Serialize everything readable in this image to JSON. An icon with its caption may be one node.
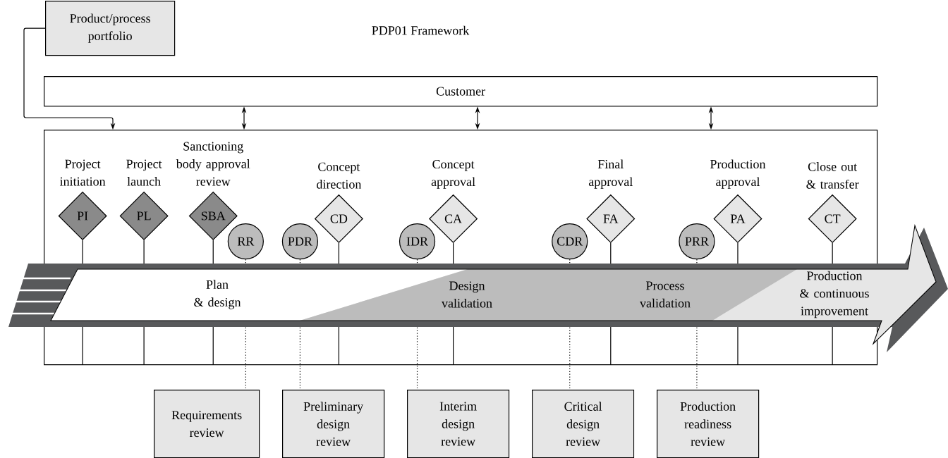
{
  "diagram": {
    "title": "PDP01 Framework",
    "nodes": [
      {
        "text": [
          "Product/process portfolio"
        ]
      },
      {
        "text": [
          "Customer"
        ]
      },
      {
        "text": [],
        "shape": "box"
      },
      {
        "text": [
          "Project initiation",
          "PI"
        ],
        "in": 2
      },
      {
        "text": [
          "Project launch",
          "PL"
        ],
        "in": 2
      },
      {
        "text": [
          "Sanctioning body approval review",
          "SBA"
        ],
        "in": 2
      },
      {
        "text": [
          "RR"
        ],
        "in": 2
      },
      {
        "text": [
          "PDR"
        ],
        "in": 2
      },
      {
        "text": [
          "Concept direction",
          "CD"
        ],
        "in": 2
      },
      {
        "text": [
          "IDR"
        ],
        "in": 2
      },
      {
        "text": [
          "Concept approval",
          "CA"
        ],
        "in": 2
      },
      {
        "text": [
          "CDR"
        ],
        "in": 2
      },
      {
        "text": [
          "Final approval",
          "FA"
        ],
        "in": 2
      },
      {
        "text": [
          "PRR"
        ],
        "in": 2
      },
      {
        "text": [
          "Production approval",
          "PA"
        ],
        "in": 2
      },
      {
        "text": [
          "Close out & transfer",
          "CT"
        ],
        "in": 2
      },
      {
        "text": [
          "Requirements review"
        ]
      },
      {
        "text": [
          "Preliminary design review"
        ]
      },
      {
        "text": [
          "Interim design review"
        ]
      },
      {
        "text": [
          "Critical design review"
        ]
      },
      {
        "text": [
          "Production readiness review"
        ]
      }
    ],
    "edges": [
      {
        "from": 0,
        "to": 2,
        "arrow": "to"
      },
      {
        "from": 1,
        "to": 2,
        "arrow": "both"
      },
      {
        "from": 1,
        "to": 2,
        "arrow": "both"
      },
      {
        "from": 1,
        "to": 2,
        "arrow": "both"
      },
      {
        "from": 6,
        "to": 16,
        "arrow": "none",
        "style": "dashed"
      },
      {
        "from": 7,
        "to": 17,
        "arrow": "none",
        "style": "dashed"
      },
      {
        "from": 9,
        "to": 18,
        "arrow": "none",
        "style": "dashed"
      },
      {
        "from": 11,
        "to": 19,
        "arrow": "none",
        "style": "dashed"
      },
      {
        "from": 13,
        "to": 20,
        "arrow": "none",
        "style": "dashed"
      }
    ],
    "labels": [
      "Plan & design",
      "Design validation",
      "Process validation",
      "Production & continuous improvement"
    ]
  }
}
